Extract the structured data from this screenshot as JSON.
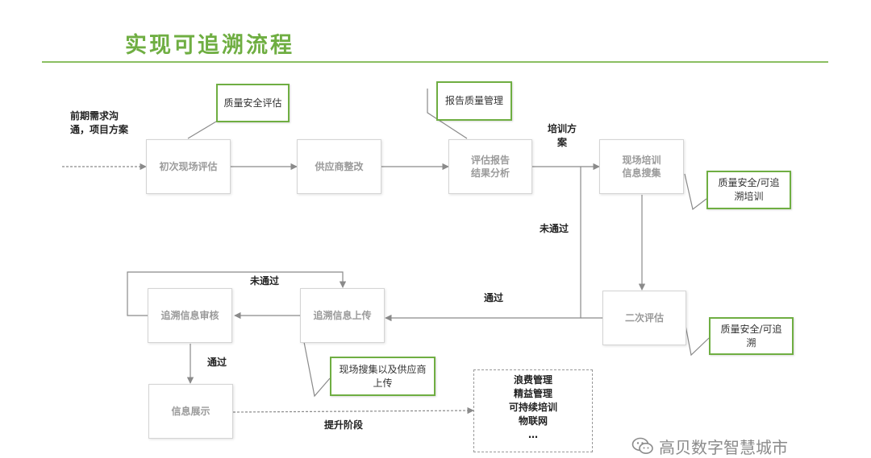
{
  "page": {
    "title": "实现可追溯流程",
    "accent_color": "#6fae42"
  },
  "steps": {
    "initial_assessment": "初次现场评估",
    "supplier_rectify": "供应商整改",
    "report_analysis": "评估报告结果分析",
    "onsite_training": "现场培训信息搜集",
    "second_assessment": "二次评估",
    "trace_upload": "追溯信息上传",
    "trace_review": "追溯信息审核",
    "info_display": "信息展示"
  },
  "notes": {
    "quality_safety_eval": "质量安全评估",
    "report_quality_mgmt": "报告质量管理",
    "qs_trace_training": "质量安全/可追溯培训",
    "qs_trace": "质量安全/可追溯",
    "onsite_collect_upload": "现场搜集以及供应商上传"
  },
  "labels": {
    "prior_communication": "前期需求沟通，项目方案",
    "training_plan": "培训方案",
    "not_passed_right": "未通过",
    "passed_right": "通过",
    "not_passed_loop": "未通过",
    "passed_down": "通过",
    "upgrade_stage": "提升阶段"
  },
  "outcomes": {
    "items": [
      "浪费管理",
      "精益管理",
      "可持续培训",
      "物联网",
      "…"
    ]
  },
  "watermark": {
    "text": "高贝数字智慧城市",
    "icon": "wechat-icon"
  }
}
